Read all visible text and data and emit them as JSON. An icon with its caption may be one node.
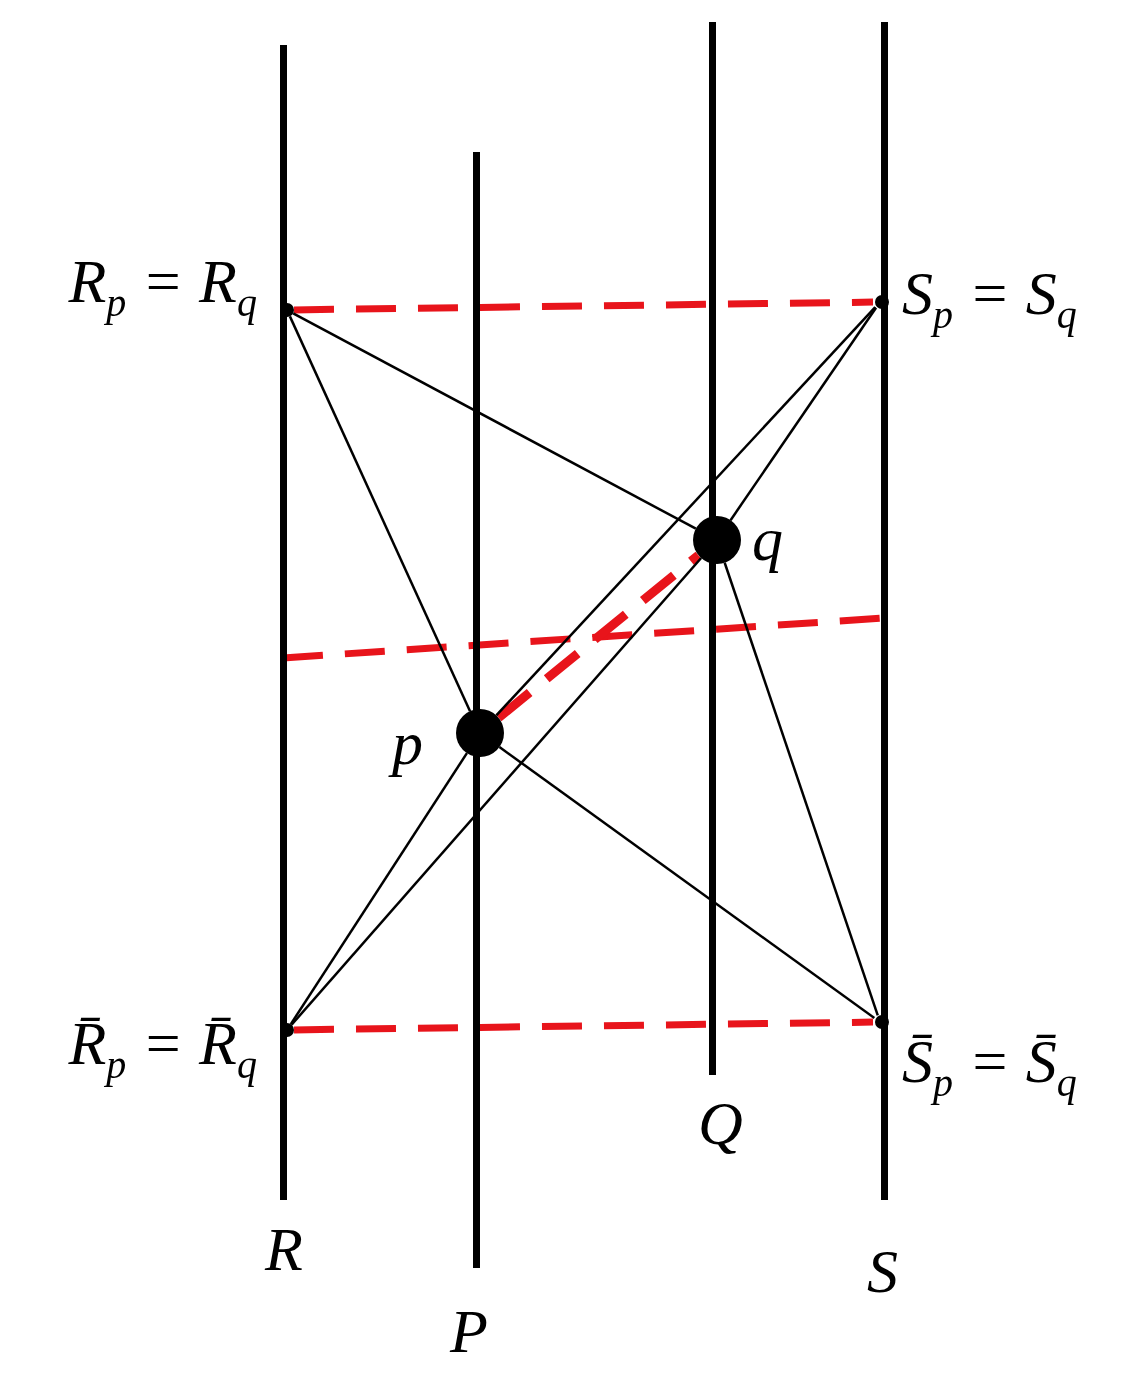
{
  "diagram": {
    "nodes": [
      {
        "text": [
          "R"
        ]
      },
      {
        "text": [
          "P"
        ]
      },
      {
        "text": [
          "Q"
        ]
      },
      {
        "text": [
          "S"
        ]
      },
      {
        "text": [
          "R$_{p}$ = R$_{q}$"
        ]
      },
      {
        "text": [
          "S$_{p}$ = S$_{q}$"
        ]
      },
      {
        "text": [
          "R̄$_{p}$ = R̄$_{q}$"
        ]
      },
      {
        "text": [
          "S̄$_{p}$ = S̄$_{q}$"
        ]
      },
      {
        "text": [
          "p"
        ]
      },
      {
        "text": [
          "q"
        ]
      }
    ],
    "edges": [
      {
        "from": 4,
        "to": 5,
        "arrow": "none",
        "style": "dashed",
        "color": "#e8141b"
      },
      {
        "from": 0,
        "to": 3,
        "arrow": "none",
        "style": "dashed",
        "color": "#e8141b"
      },
      {
        "from": 6,
        "to": 7,
        "arrow": "none",
        "style": "dashed",
        "color": "#e8141b"
      },
      {
        "from": 8,
        "to": 9,
        "arrow": "none",
        "style": "dashed",
        "color": "#e8141b"
      },
      {
        "from": 4,
        "to": 9,
        "arrow": "none"
      },
      {
        "from": 4,
        "to": 8,
        "arrow": "none"
      },
      {
        "from": 8,
        "to": 7,
        "arrow": "none"
      },
      {
        "from": 9,
        "to": 7,
        "arrow": "none"
      },
      {
        "from": 6,
        "to": 8,
        "arrow": "none"
      },
      {
        "from": 6,
        "to": 9,
        "arrow": "none"
      },
      {
        "from": 8,
        "to": 5,
        "arrow": "none"
      },
      {
        "from": 9,
        "to": 5,
        "arrow": "none"
      }
    ]
  }
}
